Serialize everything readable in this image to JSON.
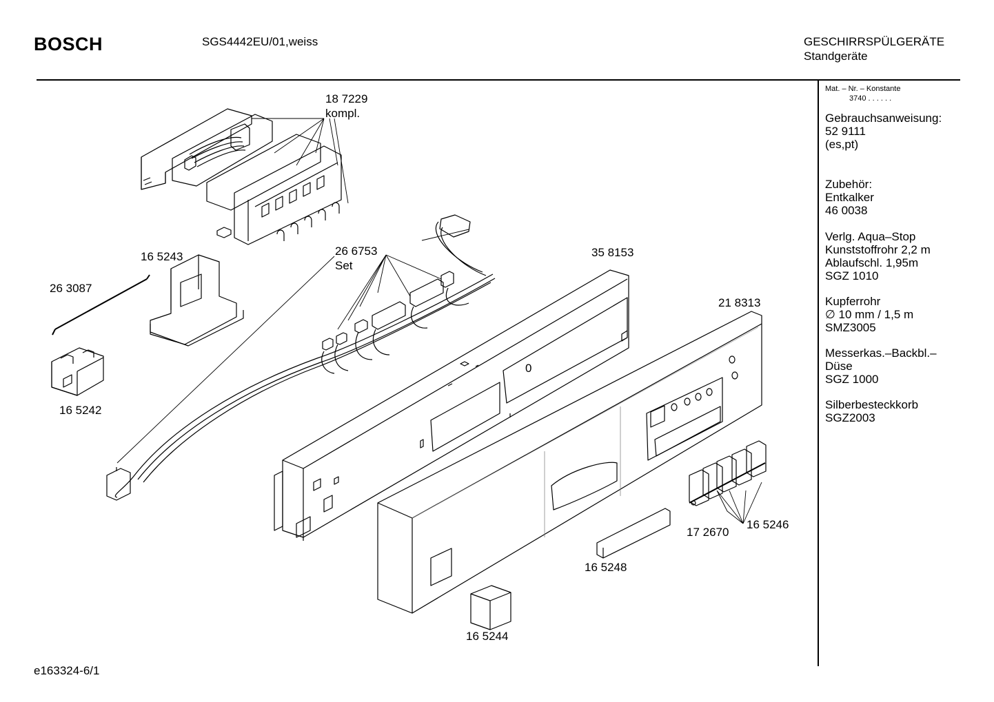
{
  "header": {
    "brand": "BOSCH",
    "model": "SGS4442EU/01,weiss",
    "category_line1": "GESCHIRRSPÜLGERÄTE",
    "category_line2": "Standgeräte"
  },
  "sidebar": {
    "mat_label": "Mat. – Nr. – Konstante",
    "mat_value": "3740  .  .    .  .  .  .",
    "blocks": [
      [
        "Gebrauchsanweisung:",
        "52 9111",
        "(es,pt)"
      ],
      [
        "Zubehör:",
        "Entkalker",
        "46 0038"
      ],
      [
        "Verlg. Aqua–Stop",
        "Kunststoffrohr 2,2 m",
        "Ablaufschl. 1,95m",
        "SGZ 1010"
      ],
      [
        "Kupferrohr",
        "∅ 10 mm / 1,5 m",
        "SMZ3005"
      ],
      [
        "Messerkas.–Backbl.–",
        "Düse",
        "SGZ 1000"
      ],
      [
        "Silberbesteckkorb",
        "SGZ2003"
      ]
    ]
  },
  "parts": {
    "p187229": "18 7229",
    "p187229_note": "kompl.",
    "p165243": "16 5243",
    "p263087": "26 3087",
    "p266753": "26 6753",
    "p266753_note": "Set",
    "p358153": "35 8153",
    "p218313": "21 8313",
    "p165242": "16 5242",
    "p172670": "17 2670",
    "p165246": "16 5246",
    "p165248": "16 5248",
    "p165244": "16 5244",
    "panel_marker": "0"
  },
  "footer": {
    "drawing_id": "e163324-6/1"
  }
}
